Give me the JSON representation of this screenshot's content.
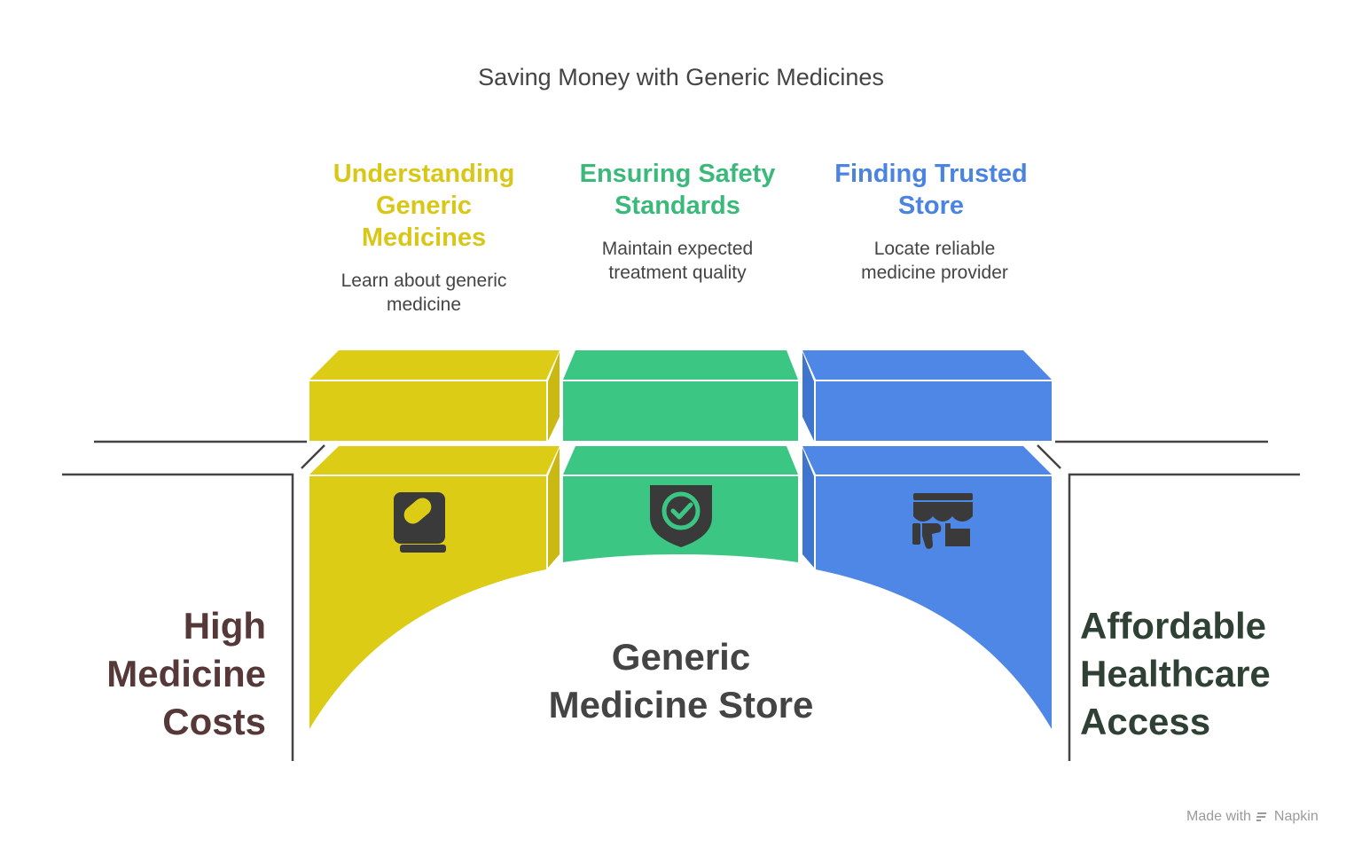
{
  "title": "Saving Money with Generic Medicines",
  "left_label": [
    "High",
    "Medicine",
    "Costs"
  ],
  "right_label": [
    "Affordable",
    "Healthcare",
    "Access"
  ],
  "center_label": [
    "Generic",
    "Medicine Store"
  ],
  "steps": [
    {
      "heading": [
        "Understanding",
        "Generic",
        "Medicines"
      ],
      "description": [
        "Learn about generic",
        "medicine"
      ],
      "icon": "book-pill-icon",
      "color": "#DDCC15"
    },
    {
      "heading": [
        "Ensuring Safety",
        "Standards"
      ],
      "description": [
        "Maintain expected",
        "treatment quality"
      ],
      "icon": "shield-check-icon",
      "color": "#3CC683"
    },
    {
      "heading": [
        "Finding Trusted",
        "Store"
      ],
      "description": [
        "Locate reliable",
        "medicine provider"
      ],
      "icon": "store-thumbs-down-icon",
      "color": "#4E87E6"
    }
  ],
  "colors": {
    "heading_yellow": "#D9C718",
    "heading_green": "#3BB97B",
    "heading_blue": "#4A83E0",
    "icon": "#3a3a3a",
    "line": "#444444"
  },
  "footer": {
    "made_with": "Made with",
    "brand": "Napkin"
  }
}
